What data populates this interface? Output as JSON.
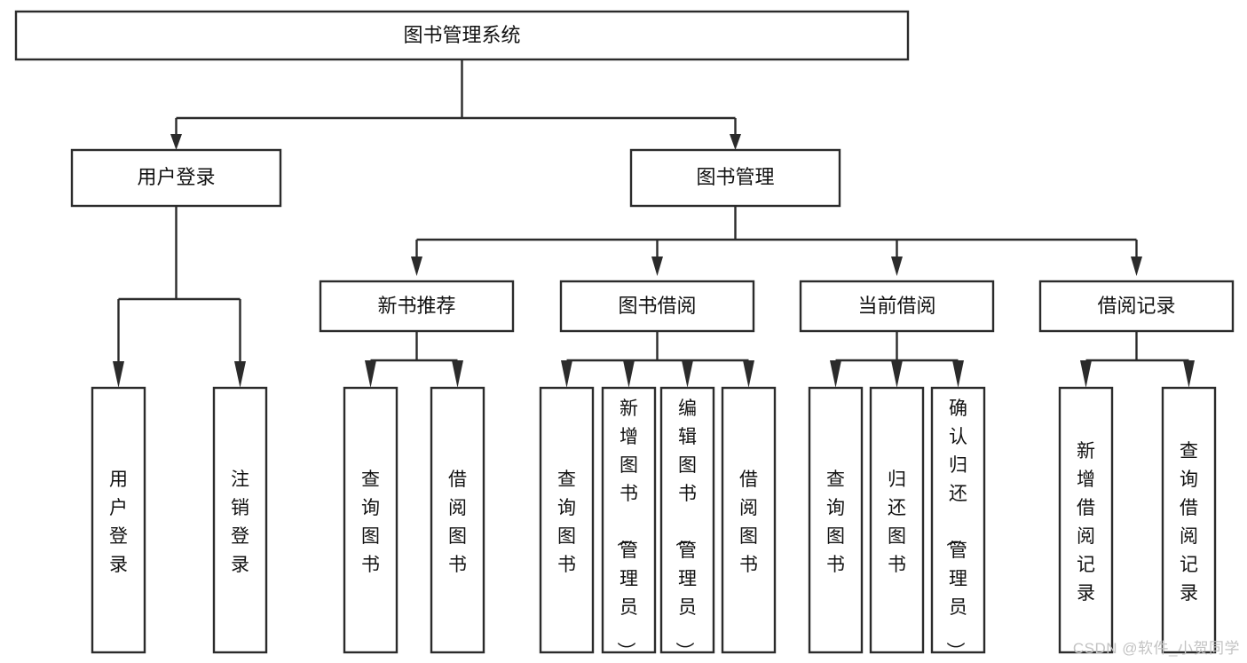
{
  "diagram": {
    "title": "图书管理系统",
    "type": "tree",
    "orientation": "top-down",
    "colors": {
      "background": "#ffffff",
      "box_fill": "#ffffff",
      "box_stroke": "#2b2b2b",
      "connector": "#2b2b2b",
      "text": "#111111",
      "watermark": "#c3c3c3"
    },
    "watermark": "CSDN @软件_小贺同学",
    "levels": {
      "root": {
        "label": "图书管理系统"
      },
      "level2": [
        {
          "label": "用户登录"
        },
        {
          "label": "图书管理"
        }
      ],
      "level3": [
        {
          "label": "新书推荐"
        },
        {
          "label": "图书借阅"
        },
        {
          "label": "当前借阅"
        },
        {
          "label": "借阅记录"
        }
      ],
      "leaves": {
        "user_login": [
          {
            "label": "用户登录"
          },
          {
            "label": "注销登录"
          }
        ],
        "new_book_recommend": [
          {
            "label": "查询图书"
          },
          {
            "label": "借阅图书"
          }
        ],
        "book_borrow": [
          {
            "label": "查询图书"
          },
          {
            "label": "新增图书（管理员）"
          },
          {
            "label": "编辑图书（管理员）"
          },
          {
            "label": "借阅图书"
          }
        ],
        "current_borrow": [
          {
            "label": "查询图书"
          },
          {
            "label": "归还图书"
          },
          {
            "label": "确认归还（管理员）"
          }
        ],
        "borrow_record": [
          {
            "label": "新增借阅记录"
          },
          {
            "label": "查询借阅记录"
          }
        ]
      }
    }
  }
}
